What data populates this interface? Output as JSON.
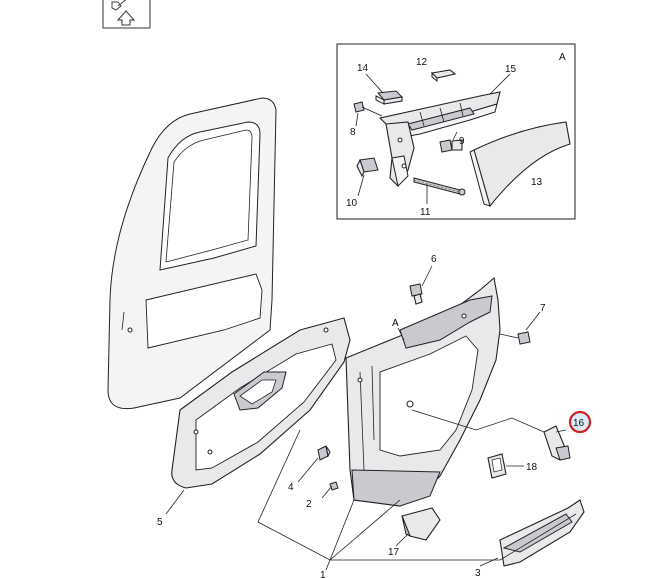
{
  "nav_box": {
    "up_icon": "up-arrow-icon",
    "edit_icon": "edit-icon"
  },
  "inset": {
    "label": "A"
  },
  "inset_callouts": {
    "c14": "14",
    "c12": "12",
    "c15": "15",
    "c8": "8",
    "c9": "9",
    "c10": "10",
    "c11": "11",
    "c13": "13"
  },
  "main_callouts": {
    "c6": "6",
    "c7": "7",
    "cA": "A",
    "c16": "16",
    "c18": "18",
    "c4": "4",
    "c2": "2",
    "c5": "5",
    "c17": "17",
    "c1": "1",
    "c3": "3"
  },
  "highlight": {
    "callout": "16",
    "ring_color": "#cc2222",
    "fill_color": "#d9ecf7"
  }
}
